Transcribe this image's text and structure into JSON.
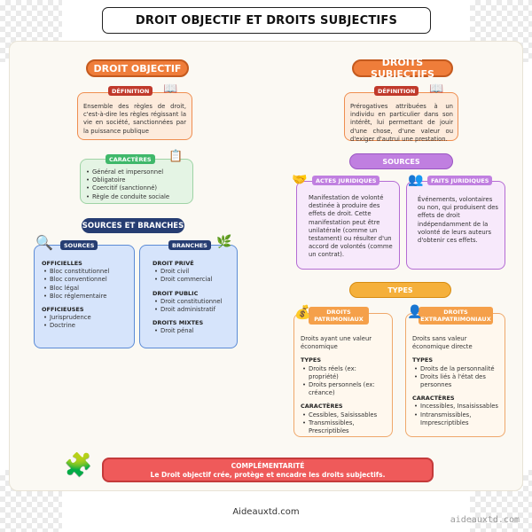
{
  "title": "DROIT OBJECTIF ET DROITS SUBJECTIFS",
  "left": {
    "header": "DROIT OBJECTIF",
    "definition_tag": "DÉFINITION",
    "definition_text": "Ensemble des règles de droit, c'est-à-dire les règles régissant la vie en société, sanctionnées par la puissance publique",
    "caracteres_tag": "CARACTÈRES",
    "caracteres": [
      "Général et impersonnel",
      "Obligatoire",
      "Coercitif (sanctionné)",
      "Règle de conduite sociale"
    ],
    "sources_branches_header": "SOURCES ET BRANCHES",
    "sources_tag": "SOURCES",
    "officielles_title": "OFFICIELLES",
    "officielles": [
      "Bloc constitutionnel",
      "Bloc conventionnel",
      "Bloc légal",
      "Bloc réglementaire"
    ],
    "officieuses_title": "OFFICIEUSES",
    "officieuses": [
      "Jurisprudence",
      "Doctrine"
    ],
    "branches_tag": "BRANCHES",
    "prive_title": "DROIT PRIVÉ",
    "prive": [
      "Droit civil",
      "Droit commercial"
    ],
    "public_title": "DROIT PUBLIC",
    "public": [
      "Droit constitutionnel",
      "Droit administratif"
    ],
    "mixtes_title": "DROITS MIXTES",
    "mixtes": [
      "Droit pénal"
    ]
  },
  "right": {
    "header": "DROITS SUBJECTIFS",
    "definition_tag": "DÉFINITION",
    "definition_text": "Prérogatives attribuées à un individu en particulier dans son intérêt, lui permettant de jouir d'une chose, d'une valeur ou d'exiger d'autrui une prestation.",
    "sources_header": "SOURCES",
    "actes_tag": "ACTES JURIDIQUES",
    "actes_text": "Manifestation de volonté destinée à produire des effets de droit. Cette manifestation peut être unilatérale (comme un testament) ou résulter d'un accord de volontés (comme un contrat).",
    "faits_tag": "FAITS JURIDIQUES",
    "faits_text": "Événements, volontaires ou non, qui produisent des effets de droit indépendamment de la volonté de leurs auteurs d'obtenir ces effets.",
    "types_header": "TYPES",
    "patri_tag_1": "DROITS",
    "patri_tag_2": "PATRIMONIAUX",
    "patri_desc": "Droits ayant une valeur économique",
    "patri_types_title": "TYPES",
    "patri_types": [
      "Droits réels (ex: propriété)",
      "Droits personnels (ex: créance)"
    ],
    "patri_car_title": "CARACTÈRES",
    "patri_car": [
      "Cessibles, Saisissables",
      "Transmissibles, Prescriptibles"
    ],
    "extra_tag_1": "DROITS",
    "extra_tag_2": "EXTRAPATRIMONIAUX",
    "extra_desc": "Droits sans valeur économique directe",
    "extra_types_title": "TYPES",
    "extra_types": [
      "Droits de la personnalité",
      "Droits liés à l'état des personnes"
    ],
    "extra_car_title": "CARACTÈRES",
    "extra_car": [
      "Incessibles, Insaisissables",
      "Intransmissibles, Imprescriptibles"
    ]
  },
  "footer": {
    "title": "COMPLÉMENTARITÉ",
    "text": "Le Droit objectif crée, protège et encadre les droits subjectifs."
  },
  "site": "Aideauxtd.com",
  "watermark": "aideauxtd.com",
  "colors": {
    "orange": "#ef7d3a",
    "peach_card": "#fdebdc",
    "green_tag": "#3fb86a",
    "green_card": "#e4f4e4",
    "navy": "#263d72",
    "blue_card": "#d6e4fb",
    "purple": "#c07fe0",
    "purple_card": "#f7e9fb",
    "gold": "#f5b03b",
    "red": "#ef5a5a"
  },
  "icons": [
    "book-icon",
    "checklist-icon",
    "magnifier-document-icon",
    "branch-icon",
    "handshake-icon",
    "people-icon",
    "money-bag-icon",
    "person-icon",
    "puzzle-icon"
  ]
}
